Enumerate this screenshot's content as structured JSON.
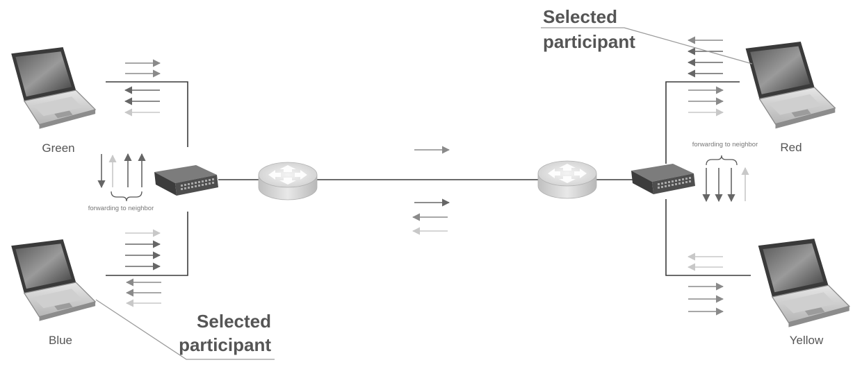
{
  "participants": {
    "green": "Green",
    "blue": "Blue",
    "red": "Red",
    "yellow": "Yellow"
  },
  "callouts": {
    "selected_line1": "Selected",
    "selected_line2": "participant"
  },
  "notes": {
    "forwarding": "forwarding to neighbor"
  },
  "colors": {
    "line": "#3a3a3a",
    "arrow_dark": "#666666",
    "arrow_mid": "#8a8a8a",
    "arrow_light": "#c8c8c8",
    "callout_line": "#9a9a9a"
  },
  "icons": [
    "laptop-icon",
    "switch-icon",
    "router-icon",
    "arrow-icon"
  ]
}
